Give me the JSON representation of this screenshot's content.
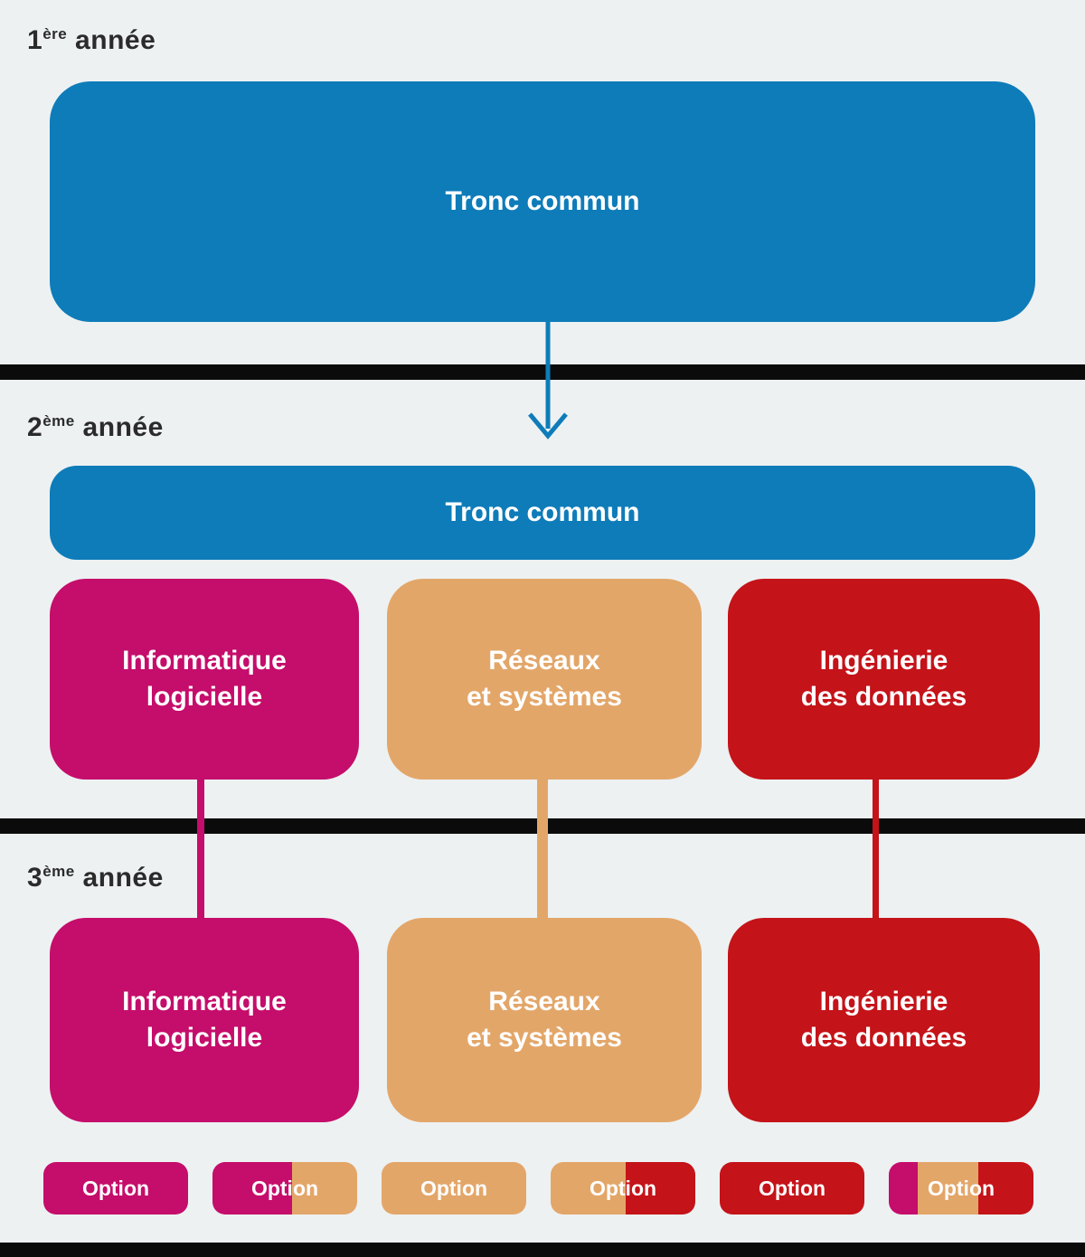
{
  "colors": {
    "background": "#edf1f2",
    "blue": "#0e7cb9",
    "magenta": "#c50d6b",
    "orange": "#e3a669",
    "red": "#c41319",
    "bar": "#0b0b0b",
    "heading_text": "#2b2b2b",
    "box_text": "#ffffff"
  },
  "year1": {
    "heading_num": "1",
    "heading_sup": "ère",
    "heading_rest": " année",
    "tronc": "Tronc commun"
  },
  "year2": {
    "heading_num": "2",
    "heading_sup": "ème",
    "heading_rest": " année",
    "tronc": "Tronc commun",
    "tracks": [
      {
        "line1": "Informatique",
        "line2": "logicielle"
      },
      {
        "line1": "Réseaux",
        "line2": "et systèmes"
      },
      {
        "line1": "Ingénierie",
        "line2": "des données"
      }
    ]
  },
  "year3": {
    "heading_num": "3",
    "heading_sup": "ème",
    "heading_rest": " année",
    "tracks": [
      {
        "line1": "Informatique",
        "line2": "logicielle"
      },
      {
        "line1": "Réseaux",
        "line2": "et systèmes"
      },
      {
        "line1": "Ingénierie",
        "line2": "des données"
      }
    ]
  },
  "options": [
    {
      "label": "Option",
      "fill": [
        "magenta"
      ]
    },
    {
      "label": "Option",
      "fill": [
        "magenta",
        "orange"
      ]
    },
    {
      "label": "Option",
      "fill": [
        "orange"
      ]
    },
    {
      "label": "Option",
      "fill": [
        "orange",
        "red"
      ]
    },
    {
      "label": "Option",
      "fill": [
        "red"
      ]
    },
    {
      "label": "Option",
      "fill": [
        "magenta",
        "orange",
        "red"
      ]
    }
  ]
}
